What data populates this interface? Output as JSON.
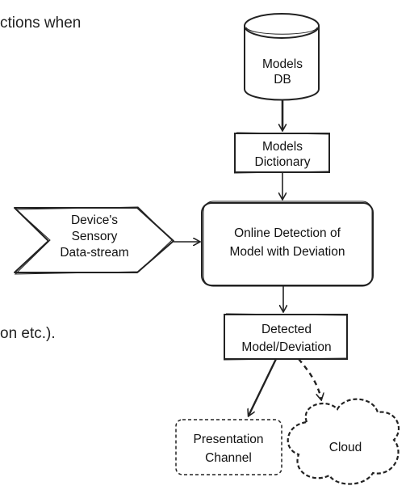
{
  "text_fragments": {
    "top": "ctions when",
    "middle": "on etc.)."
  },
  "diagram": {
    "nodes": {
      "models_db": [
        "Models",
        "DB"
      ],
      "models_dictionary": [
        "Models",
        "Dictionary"
      ],
      "sensory_stream": [
        "Device's",
        "Sensory",
        "Data-stream"
      ],
      "online_detection": [
        "Online Detection of",
        "Model with Deviation"
      ],
      "detected": [
        "Detected",
        "Model/Deviation"
      ],
      "presentation": [
        "Presentation",
        "Channel"
      ],
      "cloud": [
        "Cloud"
      ]
    },
    "colors": {
      "stroke": "#222222",
      "fill": "#ffffff"
    }
  }
}
